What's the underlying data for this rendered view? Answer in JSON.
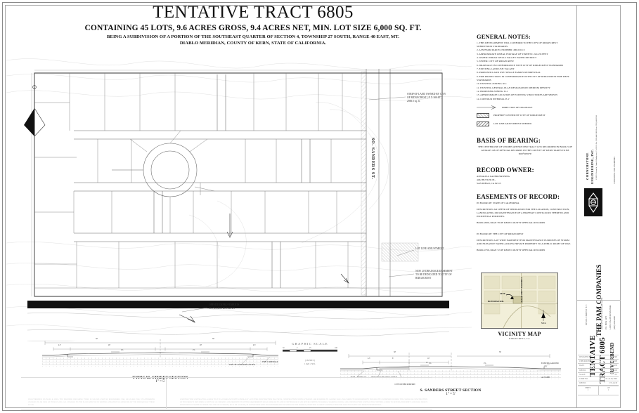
{
  "title": {
    "main": "TENTATIVE TRACT 6805",
    "sub1": "CONTAINING 45 LOTS,  9.6 ACRES GROSS,   9.4 ACRES NET,   MIN. LOT SIZE 6,000 SQ. FT.",
    "sub2_line1": "BEING A SUBDIVISION OF A PORTION OF  THE SOUTHEAST QUARTER OF SECTION 4, TOWNSHIP 27 SOUTH, RANGE 40 EAST, MT.",
    "sub2_line2": "DIABLO MERIDIAN, COUNTY OF KERN, STATE OF CALIFORNIA."
  },
  "general_notes": {
    "heading": "GENERAL NOTES:",
    "items": [
      "1. THIS DEVELOPMENT WILL CONFORM TO THE CITY OF RIDGECREST SUBDIVISION STANDARDS.",
      "2. ASSESSOR PARCEL NUMBER: 480-010-15",
      "3. APPROXIMATE LINEAL FOOTAGE OF STREETS: 2214.33 FEET",
      "4. WATER: INDIAN WELLS VALLEY WATER DISTRICT",
      "5. SEWER: CITY OF RIDGECREST",
      "6. DRAINAGE: IN CONFORMANCE WITH CITY OF RIDGECREST STANDARDS",
      "7. EXISTING LAND USE: VACANT",
      "8. PROPOSED LAND USE: SINGLE FAMILY RESIDENTIAL",
      "9. FIRE PROTECTION: IN CONFORMANCE WITH CITY OF RIDGECREST FIRE DEPT. STANDARDS",
      "10. EXISTING ZONING: R-1",
      "11. EXISTING GENERAL PLAN DESIGNATION: MEDIUM DENSITY",
      "12. PROPOSED ZONING: R-1",
      "13. APPROXIMATE LOCATION OF EXISTING STRUCTURES ARE SHOWN",
      "14. CONTOUR INTERVAL IS 1'"
    ],
    "legend": [
      {
        "icon": "arrow",
        "label": "DIRECTION OF DRAINAGE"
      },
      {
        "icon": "hatch-light",
        "label": "PROPERTY OWNED BY CITY OF RIDGECREST"
      },
      {
        "icon": "hatch-dark",
        "label": "LOT LINE ADJUSTMENT NEEDED"
      }
    ]
  },
  "basis_of_bearing": {
    "heading": "BASIS OF BEARING:",
    "text": "THE CENTERLINE OF UPJOHN AVENUE PER TRACT 1255 RECORDED IN BOOK 3 OF AT PAGE 128 OF OFFICIAL RECORDS IN THE COUNTY OF KERN TAKEN TO BE N00°00'00\"E"
  },
  "record_owner": {
    "heading": "RECORD OWNER:",
    "lines": [
      "ANNALISA LAUER-HANSING",
      "4462 BUTLER PL.",
      "SAN DIEGO, CA  92115"
    ]
  },
  "easements": {
    "heading": "EASEMENTS OF RECORD:",
    "entries": [
      {
        "favor": "IN FAVOR OF: STATE OF CALIFORNIA",
        "description": "DESCRIPTION: AN OFFER OF DEDICATION FOR THE LOCATION, CONSTRUCTION, LANDSCAPING OR MAINTENANCE OF A HIGHWAY CONTIGUOUS THERETO AND INCIDENTAL PURPOSES.",
        "book": "BOOK 2000, PAGE 78 OF KERN COUNTY OFFICIAL RECORDS"
      },
      {
        "favor": "IN FAVOR OF: THE CITY OF RIDGECREST",
        "description": "DESCRIPTION: A 20' WIDE EASEMENT FOR MAINTENANCE PURPOSES OF STORM AND NUISANCE WATER ACROSS PRIVATE PROPERTY TO A PUBLIC RIGHT OF WAY.",
        "book": "BOOK 4756, PAGE 72 OF KERN COUNTY OFFICIAL RECORDS"
      }
    ]
  },
  "map_labels": {
    "street_sanders": "SO. SANDERS ST.",
    "strip_note": "STRIP OF LAND OWNED BY CITY\nOF RIDGECREST ( 8' X 300.65' )\n2506.5 sq. ft.",
    "lot_line_adjustment": "LOT LINE ADJUSTMENT",
    "drainage_easement": "NEW 20' DRAINAGE EASEMENT\nTO BE DEDICATED TO CITY OF\nRIDGECREST",
    "offsite": "OFFSITE IMPROVEMENTS\nTO ACCESS BOWMAN",
    "north": "N"
  },
  "vicinity": {
    "caption": "VICINITY MAP",
    "subcaption": "RIDGECREST, CA",
    "site": "SITE",
    "road_h": "BOWMAN RD.",
    "road_v": "CORONA LAKE BLVD.",
    "nts": "N.T.S."
  },
  "engineer": {
    "name_line1": "CORNERSTONE",
    "name_line2": "ENGINEERING, INC.",
    "address": "1318 N. Norma St., Suite B\nRidgecrest, CA 93555\nPh: (760) 446-2990\nFax: (760) 446-2991",
    "tagline": "CONSULTING  CIVIL  ENGINEERS",
    "logo": "CE"
  },
  "developer": {
    "label": "DEVELOPMENT BY:",
    "name": "THE PAM COMPANIES",
    "address_line1": "2820 WEST RATTLESNAKE LANE",
    "address_line2": "P.O. BOX 1478",
    "address_line3": "LODI, CALIFORNIA  95241",
    "address_line4": "(209) 334-6200"
  },
  "project_strip": {
    "line1": "TENTAIVE",
    "line2": "TRACT 6805",
    "line3": "RIVERBEND"
  },
  "sheet_info": {
    "rows": [
      {
        "label": "DESIGNED BY:",
        "value": "TRS"
      },
      {
        "label": "CHECKED BY:",
        "value": "DJB"
      },
      {
        "label": "DATE:",
        "value": "08/29/08"
      },
      {
        "label": "JOB NO.",
        "value": "08-043"
      },
      {
        "label": "SCALE:",
        "value": "1\" = 50'"
      },
      {
        "label": "CDMP NO:",
        "value": "CT1-24-30, 8805"
      },
      {
        "label": "JOB NO:",
        "value": "CT1-24-30"
      }
    ],
    "sheet_label": "SHEET",
    "sheet_number": "1",
    "of_label": "OF",
    "of_number": "1"
  },
  "sections": {
    "typical": {
      "caption": "TYPICAL STREET SECTION",
      "scale": "1\" = 5'",
      "labels": [
        "TYPE \"B\"\nCURB AND GUTTER",
        "TYPE 1\nSIDEWALK"
      ],
      "dims": [
        "30'",
        "30'",
        "4.5'",
        "4.5'",
        "20'",
        "20'",
        "2%",
        "2%"
      ]
    },
    "sanders": {
      "caption": "S. SANDERS STREET SECTION",
      "scale": "1\" = 5'",
      "labels": [
        "TYPE 1\nSIDEWALK",
        "TYPE \"B\"\nCURB AND GUTTER",
        "CITY OWNED\nPORTION",
        "EXISTING GROUND",
        "AC CURB"
      ],
      "dims": [
        "30'",
        "4.5'",
        "8'",
        "10'",
        "11'",
        "30'",
        "2%",
        "2%"
      ]
    }
  },
  "graphic_scale": {
    "title": "GRAPHIC SCALE",
    "ticks": [
      "50",
      "0",
      "25",
      "50",
      "100"
    ],
    "unit": "( IN FEET )",
    "ratio": "1 inch = 50  ft."
  },
  "disclaimers": {
    "left": "UNAUTHORIZED CHANGES & USES:  THE ENGINEER PREPARING THESE PLANS WILL NOT BE RESPONSIBLE FOR, OR LIABLE FOR, UNAUTHORIZED CHANGES TO OR USES OF THESE PLANS.  ALL CHANGES TO THE PLANS MUST BE IN WRITING AND MUST BE APPROVED BY THE PREPARER OF THESE PLANS.",
    "right": "CONSTRUCTION CONTRACTOR AGREES THAT IN ACCORDANCE WITH GENERALLY ACCEPTED CONSTRUCTION PRACTICES, CONSTRUCTION CONTRACTOR WILL BE REQUIRED TO ASSUME SOLE AND COMPLETE RESPONSIBILITY FOR JOB SITE CONDITIONS DURING THE COURSE OF CONSTRUCTION OF THE PROJECT, INCLUDING SAFETY OF ALL PERSONS AND PROPERTY; THAT THIS REQUIREMENT SHALL BE MADE TO APPLY CONTINUOUSLY AND NOT BE LIMITED TO NORMAL WORKING HOURS, AND CONSTRUCTION CONTRACTOR FURTHER AGREES TO DEFEND, INDEMNIFY AND HOLD DESIGN PROFESSIONAL HARMLESS FROM ANY AND ALL LIABILITY, REAL OR ALLEGED, IN CONNECTION WITH THE PERFORMANCE OF WORK ON THIS PROJECT, EXCEPTING LIABILITY ARISING FROM THE SOLE NEGLIGENCE OF DESIGN PROFESSIONAL."
  },
  "colors": {
    "paper": "#ffffff",
    "line": "#4a4a4a",
    "faint": "#bbbbbb",
    "vicinity_fill": "#f2efd9"
  }
}
